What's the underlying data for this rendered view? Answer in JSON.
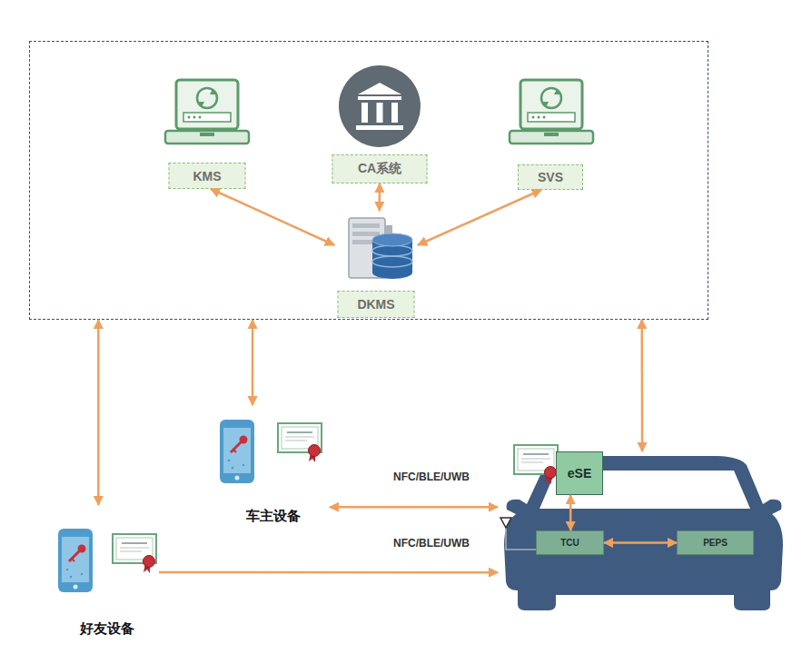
{
  "diagram": {
    "nodes": [
      {
        "text": []
      },
      {
        "text": [
          "KMS"
        ],
        "in": 0
      },
      {
        "text": [
          "CA系统"
        ],
        "in": 0
      },
      {
        "text": [
          "SVS"
        ],
        "in": 0
      },
      {
        "text": [
          "DKMS"
        ],
        "in": 0
      },
      {
        "text": [
          "车主设备"
        ]
      },
      {
        "text": []
      },
      {
        "text": [
          "eSE"
        ],
        "in": 6
      },
      {
        "text": [
          "TCU"
        ],
        "in": 6
      },
      {
        "text": [
          "PEPS"
        ],
        "in": 6
      },
      {
        "text": [
          "好友设备"
        ]
      }
    ],
    "edges": [
      {
        "from": 1,
        "to": 4,
        "arrow": "both"
      },
      {
        "from": 2,
        "to": 4,
        "arrow": "both"
      },
      {
        "from": 3,
        "to": 4,
        "arrow": "both"
      },
      {
        "from": 0,
        "to": 10,
        "arrow": "both"
      },
      {
        "from": 0,
        "to": 5,
        "arrow": "both"
      },
      {
        "from": 0,
        "to": 6,
        "arrow": "both"
      },
      {
        "from": 5,
        "to": 6,
        "label": "NFC/BLE/UWB",
        "arrow": "both"
      },
      {
        "from": 10,
        "to": 6,
        "label": "NFC/BLE/UWB",
        "arrow": "to"
      },
      {
        "from": 7,
        "to": 8,
        "arrow": "both"
      },
      {
        "from": 8,
        "to": 9,
        "arrow": "both"
      }
    ]
  }
}
